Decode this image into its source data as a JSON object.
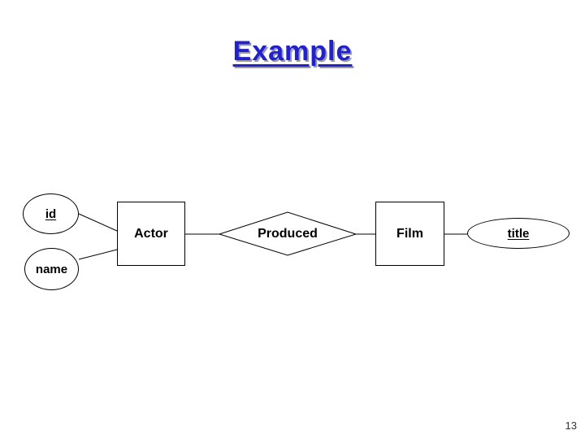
{
  "slide": {
    "title": "Example",
    "page_number": "13"
  },
  "colors": {
    "title_blue": "#2222cc",
    "title_shadow": "#9a9aa8",
    "diagram_stroke": "#000000",
    "background": "#ffffff"
  },
  "diagram": {
    "type": "entity-relationship",
    "entities": [
      {
        "label": "Actor"
      },
      {
        "label": "Film"
      }
    ],
    "relationship": {
      "label": "Produced"
    },
    "attributes": [
      {
        "label": "id",
        "key": true,
        "attached_to": "Actor"
      },
      {
        "label": "name",
        "key": false,
        "attached_to": "Actor"
      },
      {
        "label": "title",
        "key": true,
        "attached_to": "Film"
      }
    ]
  }
}
